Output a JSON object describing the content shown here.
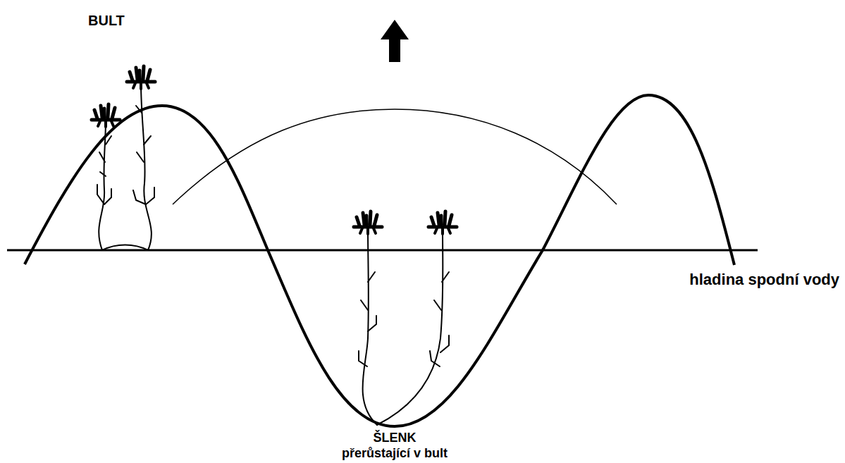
{
  "diagram": {
    "labels": [
      "BULT",
      "ŠLENK",
      "přerůstající v bult",
      "hladina spodní vody"
    ]
  }
}
